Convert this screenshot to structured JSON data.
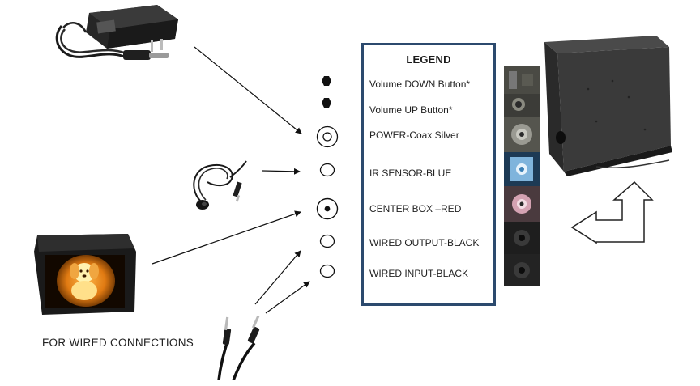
{
  "legend": {
    "title": "LEGEND",
    "items": [
      {
        "label": "Volume DOWN Button*",
        "symbol": "hexagon-filled"
      },
      {
        "label": "Volume UP Button*",
        "symbol": "hexagon-filled"
      },
      {
        "label": "POWER-Coax Silver",
        "symbol": "double-circle"
      },
      {
        "label": "IR SENSOR-BLUE",
        "symbol": "open-circle"
      },
      {
        "label": "CENTER BOX –RED",
        "symbol": "circle-with-dot"
      },
      {
        "label": "WIRED OUTPUT-BLACK",
        "symbol": "open-circle"
      },
      {
        "label": "WIRED INPUT-BLACK",
        "symbol": "open-circle"
      }
    ]
  },
  "captions": {
    "wired": "FOR WIRED CONNECTIONS"
  },
  "colors": {
    "legend_border": "#2c4a6e",
    "arrow": "#111111"
  }
}
